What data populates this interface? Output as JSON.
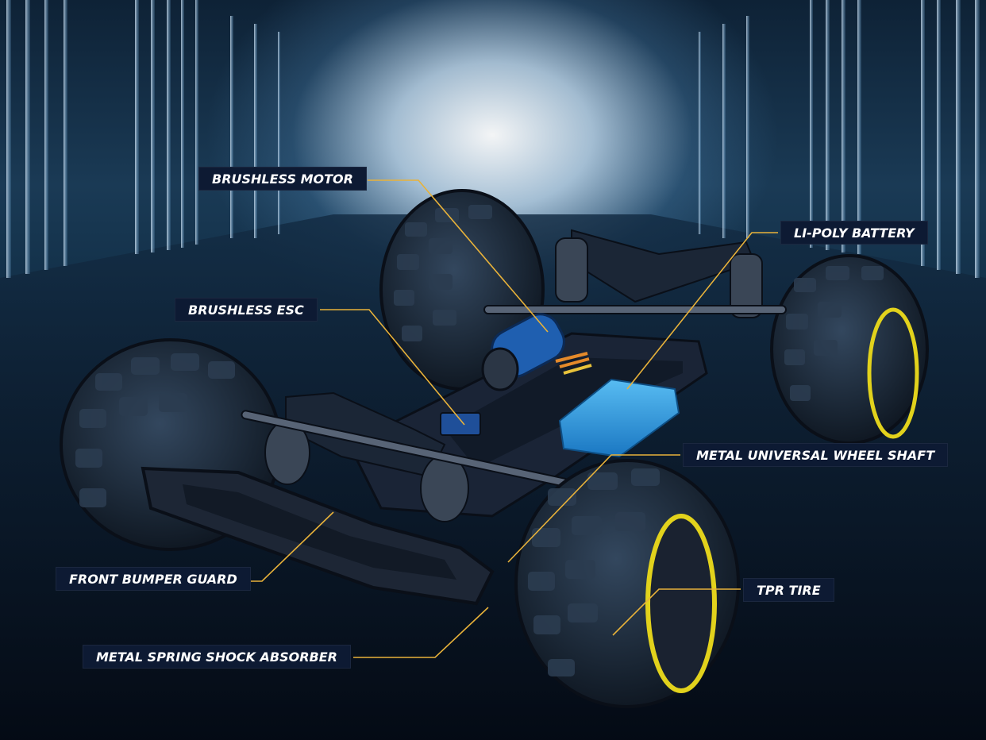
{
  "labels": {
    "brushless_motor": "BRUSHLESS MOTOR",
    "li_poly_battery": "LI-POLY BATTERY",
    "brushless_esc": "BRUSHLESS ESC",
    "metal_universal_wheel_shaft": "METAL UNIVERSAL WHEEL SHAFT",
    "front_bumper_guard": "FRONT BUMPER GUARD",
    "tpr_tire": "TPR TIRE",
    "metal_spring_shock_absorber": "METAL SPRING SHOCK ABSORBER"
  },
  "colors": {
    "label_background": "#0d1a33",
    "label_text": "#ffffff",
    "leader_line": "#e8b23a",
    "rim_accent": "#e2d21c",
    "battery": "#2a9ae0",
    "motor": "#1f5fb0"
  }
}
